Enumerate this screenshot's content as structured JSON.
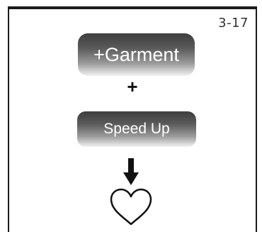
{
  "page_number": "3-17",
  "step_one": {
    "label": "+Garment"
  },
  "connector": {
    "symbol": "+"
  },
  "step_two": {
    "label": "Speed Up"
  },
  "result": {
    "icon": "heart-icon"
  },
  "colors": {
    "button_top": "#3d3d3d",
    "button_bottom": "#f2f2f2",
    "text": "#ffffff"
  }
}
